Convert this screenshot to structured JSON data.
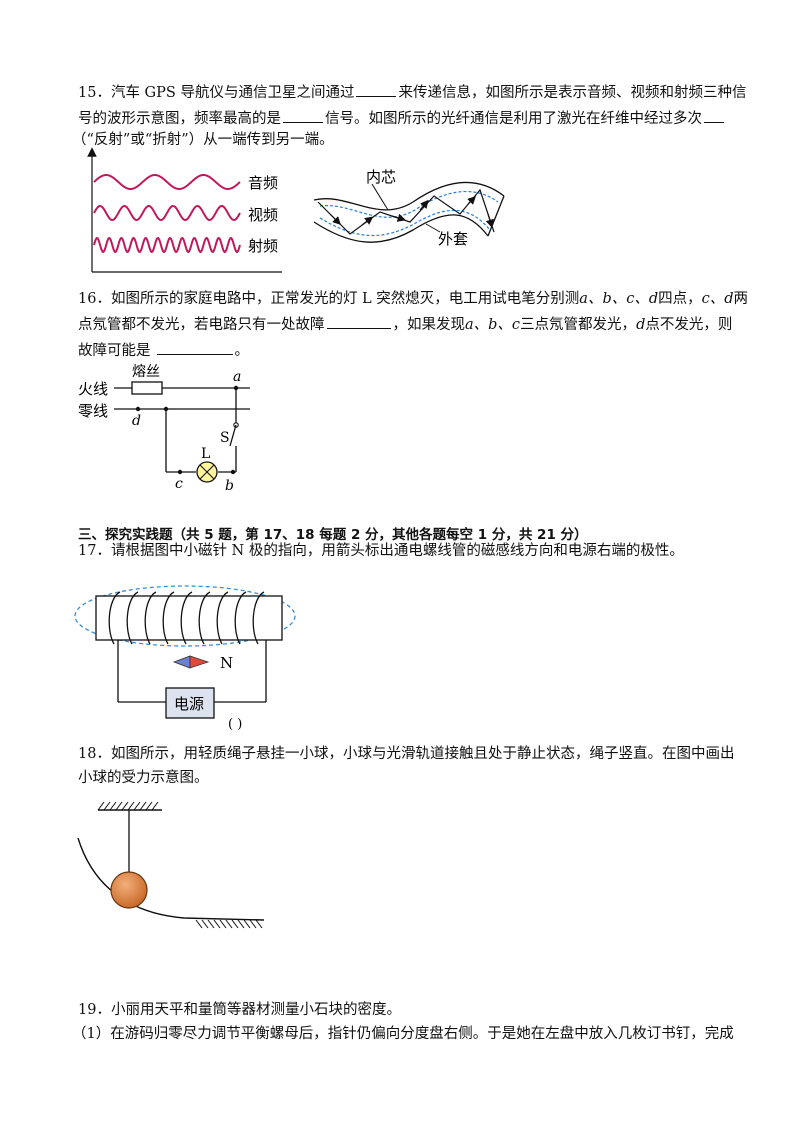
{
  "q15": {
    "line1_a": "15．汽车 GPS 导航仪与通信卫星之间通过",
    "line1_b": "来传递信息，如图所示是表示音频、视频和射频三种信",
    "line2_a": "号的波形示意图，频率最高的是",
    "line2_b": "信号。如图所示的光纤通信是利用了激光在纤维中经过多次",
    "line3": "（“反射”或“折射”）从一端传到另一端。",
    "wave_labels": [
      "音频",
      "视频",
      "射频"
    ],
    "fiber_core_label": "内芯",
    "fiber_cladding_label": "外套",
    "colors": {
      "wave": "#c2185b",
      "fiber": "#2a7fd4"
    }
  },
  "q16": {
    "line1_a": "16．如图所示的家庭电路中，正常发光的灯 L 突然熄灭，电工用试电笔分别测",
    "line1_pts": "a、b、c、d",
    "line1_b": "四点，",
    "line1_c": "c、d",
    "line1_d": "两",
    "line2_a": "点氖管都不发光，若电路只有一处故障",
    "line2_b": "，如果发现",
    "line2_pts": "a、b、c",
    "line2_c": "三点氖管都发光，",
    "line2_d": "d",
    "line2_e": "点不发光，则",
    "line3_a": "故障可能是",
    "line3_b": "。",
    "circuit": {
      "live_label": "火线",
      "neutral_label": "零线",
      "fuse_label": "熔丝",
      "lamp_label": "L",
      "switch_label": "S",
      "point_a": "a",
      "point_b": "b",
      "point_c": "c",
      "point_d": "d"
    }
  },
  "section3": {
    "heading": "三、探究实践题（共 5 题，第 17、18 每题 2 分，其他各题每空 1 分，共 21 分）"
  },
  "q17": {
    "text": "17．请根据图中小磁针 N 极的指向，用箭头标出通电螺线管的磁感线方向和电源右端的极性。",
    "power_label": "电源",
    "needle_label": "N",
    "polarity_blank": "(    )",
    "colors": {
      "field_line": "#3a8fd6",
      "needle_red": "#e04a3c",
      "needle_blue": "#6c7fd0",
      "power_fill": "#dde3ee"
    }
  },
  "q18": {
    "line1": "18．如图所示，用轻质绳子悬挂一小球，小球与光滑轨道接触且处于静止状态，绳子竖直。在图中画出",
    "line2": "小球的受力示意图。",
    "colors": {
      "ball": "#c96a2a"
    }
  },
  "q19": {
    "line1": "19．小丽用天平和量筒等器材测量小石块的密度。",
    "line2": "（1）在游码归零尽力调节平衡螺母后，指针仍偏向分度盘右侧。于是她在左盘中放入几枚订书钉，完成"
  }
}
